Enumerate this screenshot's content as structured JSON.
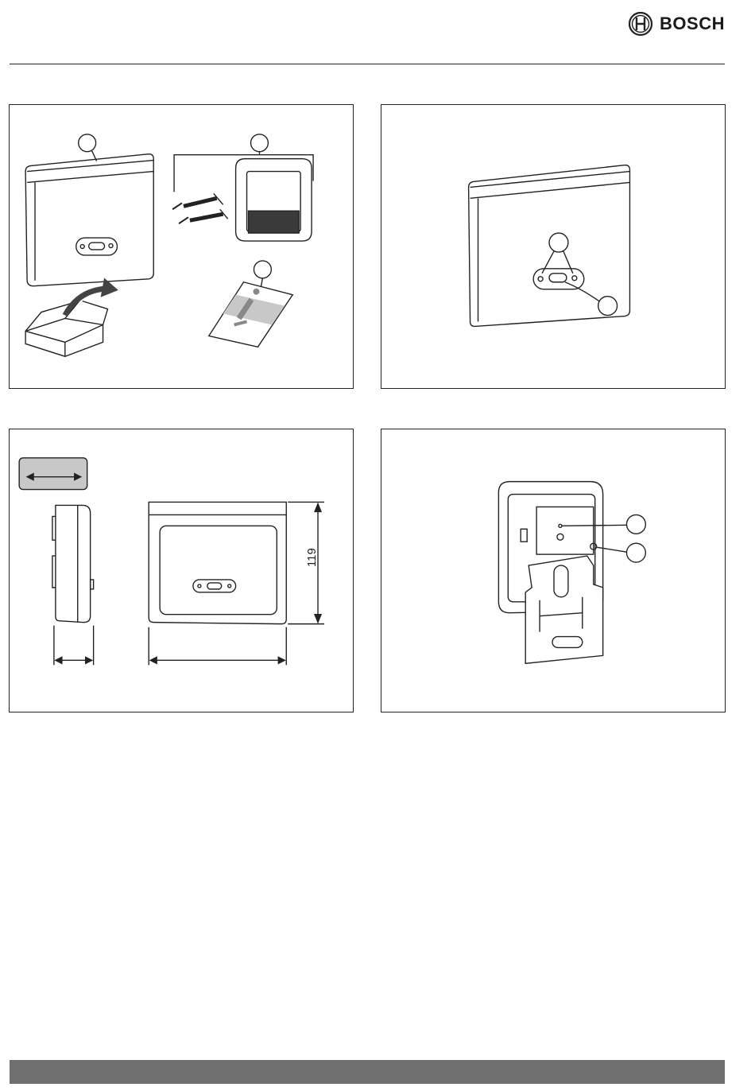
{
  "header": {
    "brand_name": "BOSCH",
    "logo_icon": "bosch-armature-icon"
  },
  "figures": [
    {
      "id": "scope-of-delivery",
      "callout_count": 3
    },
    {
      "id": "front-view-indicators",
      "callout_count": 2
    },
    {
      "id": "dimensions",
      "dimension_height_label": "119"
    },
    {
      "id": "rear-view-mounting",
      "callout_count": 2
    }
  ],
  "colors": {
    "line": "#222222",
    "footer_bar": "#6f6f6f",
    "dark_fill": "#3a3a3a",
    "label_fill": "#c8c8c8"
  }
}
